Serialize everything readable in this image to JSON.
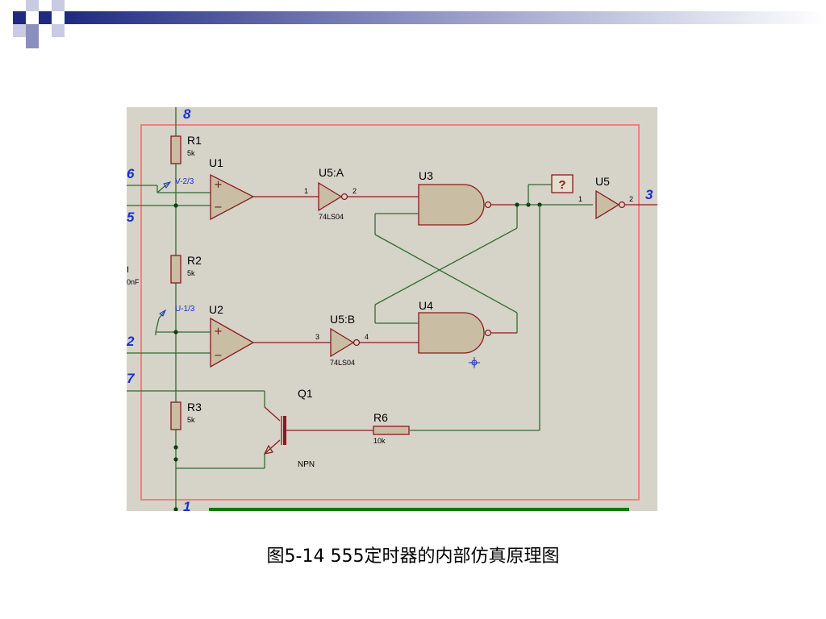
{
  "caption": "图5-14  555定时器的内部仿真原理图",
  "colors": {
    "wire": "#2f6b2f",
    "component_outline": "#8b1a1a",
    "component_fill": "#c9bea3",
    "pin_label": "#1a2fd0",
    "border": "#f08080",
    "background": "#d6d3c9"
  },
  "pins": {
    "p8": "8",
    "p6": "6",
    "p5": "5",
    "p2": "2",
    "p7": "7",
    "p1": "1",
    "p3": "3"
  },
  "components": {
    "r1": {
      "ref": "R1",
      "value": "5k"
    },
    "r2": {
      "ref": "R2",
      "value": "5k"
    },
    "r3": {
      "ref": "R3",
      "value": "5k"
    },
    "r6": {
      "ref": "R6",
      "value": "10k"
    },
    "u1": {
      "ref": "U1",
      "plus": "+",
      "minus": "−"
    },
    "u2": {
      "ref": "U2",
      "plus": "+",
      "minus": "−"
    },
    "u5a": {
      "ref": "U5:A",
      "part": "74LS04",
      "pin_in": "1",
      "pin_out": "2"
    },
    "u5b": {
      "ref": "U5:B",
      "part": "74LS04",
      "pin_in": "3",
      "pin_out": "4"
    },
    "u3": {
      "ref": "U3"
    },
    "u4": {
      "ref": "U4"
    },
    "u5": {
      "ref": "U5",
      "pin_in": "1",
      "pin_out": "2"
    },
    "q1": {
      "ref": "Q1",
      "type": "NPN"
    },
    "probe": {
      "label": "?"
    }
  },
  "voltage_labels": {
    "upper": "V-2/3",
    "lower": "U-1/3"
  },
  "clipped_text": {
    "left1": "I",
    "left2": "0nF"
  }
}
